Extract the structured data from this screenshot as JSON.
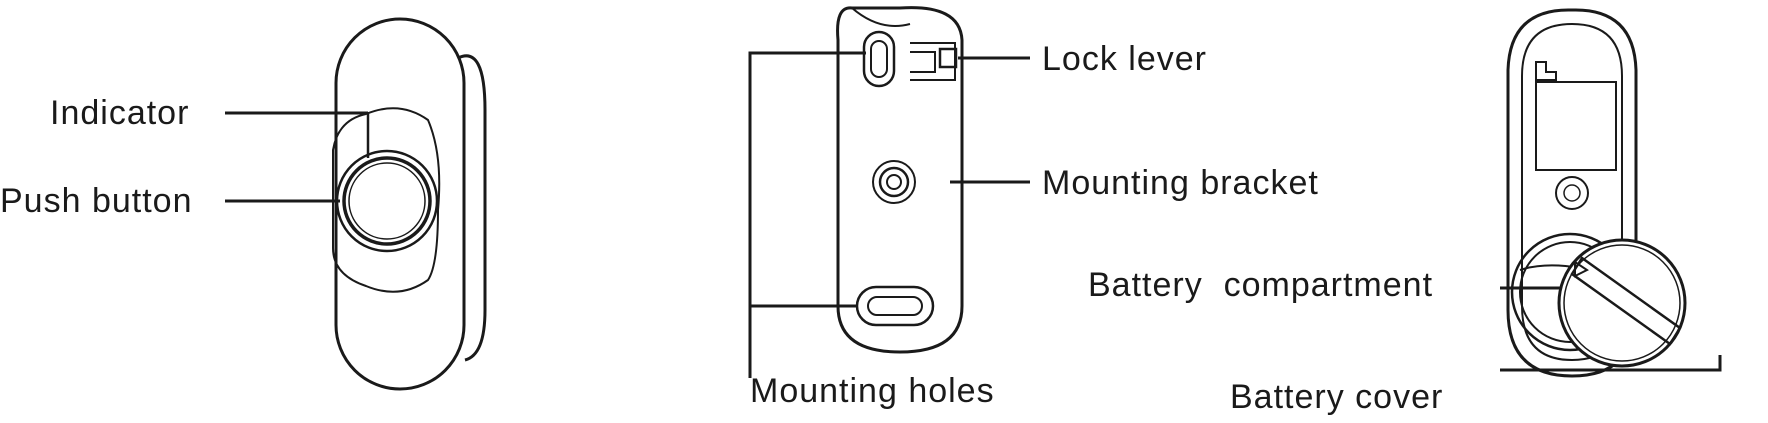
{
  "diagram": {
    "labels": {
      "indicator": "Indicator",
      "push_button": "Push button",
      "lock_lever": "Lock lever",
      "mounting_bracket": "Mounting bracket",
      "mounting_holes": "Mounting holes",
      "battery_compartment": "Battery  compartment",
      "battery_cover": "Battery cover"
    },
    "colors": {
      "line": "#1a1a1a",
      "background": "#ffffff"
    }
  }
}
